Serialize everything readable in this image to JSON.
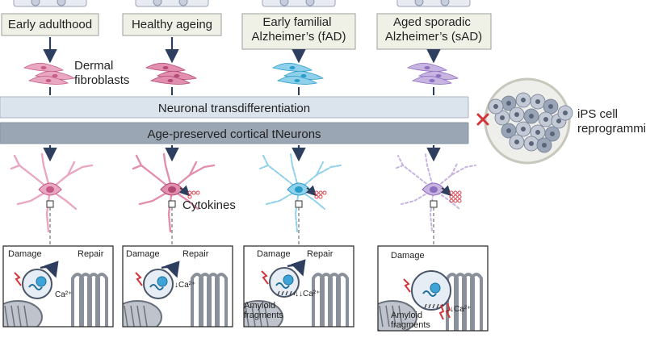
{
  "columns": [
    {
      "label_lines": [
        "Early adulthood"
      ],
      "color": "#e9a7c1",
      "color_dark": "#c55b86"
    },
    {
      "label_lines": [
        "Healthy ageing"
      ],
      "color": "#e28fae",
      "color_dark": "#b24876"
    },
    {
      "label_lines": [
        "Early familial",
        "Alzheimer’s (fAD)"
      ],
      "color": "#8fd0ea",
      "color_dark": "#2a9cc9"
    },
    {
      "label_lines": [
        "Aged sporadic",
        "Alzheimer’s (sAD)"
      ],
      "color": "#c7b4e0",
      "color_dark": "#8d6fc0"
    }
  ],
  "annotations": {
    "fibroblasts_lines": [
      "Dermal",
      "fibroblasts"
    ],
    "cytokines": "Cytokines",
    "ips_lines": [
      "iPS cell",
      "reprogramming"
    ]
  },
  "bands": {
    "transdifferentiation": "Neuronal transdifferentiation",
    "tneurons": "Age-preserved cortical tNeurons"
  },
  "panels": [
    {
      "damage": "Damage",
      "repair": "Repair",
      "calcium": "Ca²⁺"
    },
    {
      "damage": "Damage",
      "repair": "Repair",
      "calcium": "↓Ca²⁺"
    },
    {
      "damage": "Damage",
      "repair": "Repair",
      "calcium": "↓↓Ca²⁺",
      "amyloid_lines": [
        "Amyloid",
        "fragments"
      ]
    },
    {
      "damage": "Damage",
      "calcium": "↓↓Ca²⁺",
      "amyloid_lines": [
        "Amyloid",
        "fragments"
      ]
    }
  ],
  "colors": {
    "band_light": "#dbe4ec",
    "band_dark": "#9aa6b4",
    "label_box_fill": "#f0f1e6",
    "label_box_stroke": "#9aa09a",
    "arrow": "#2d3e5e",
    "cross": "#d2353a",
    "ips_fill": "#eeeeea",
    "ips_stroke": "#c7c7bd",
    "organelle": "#8a909a"
  }
}
